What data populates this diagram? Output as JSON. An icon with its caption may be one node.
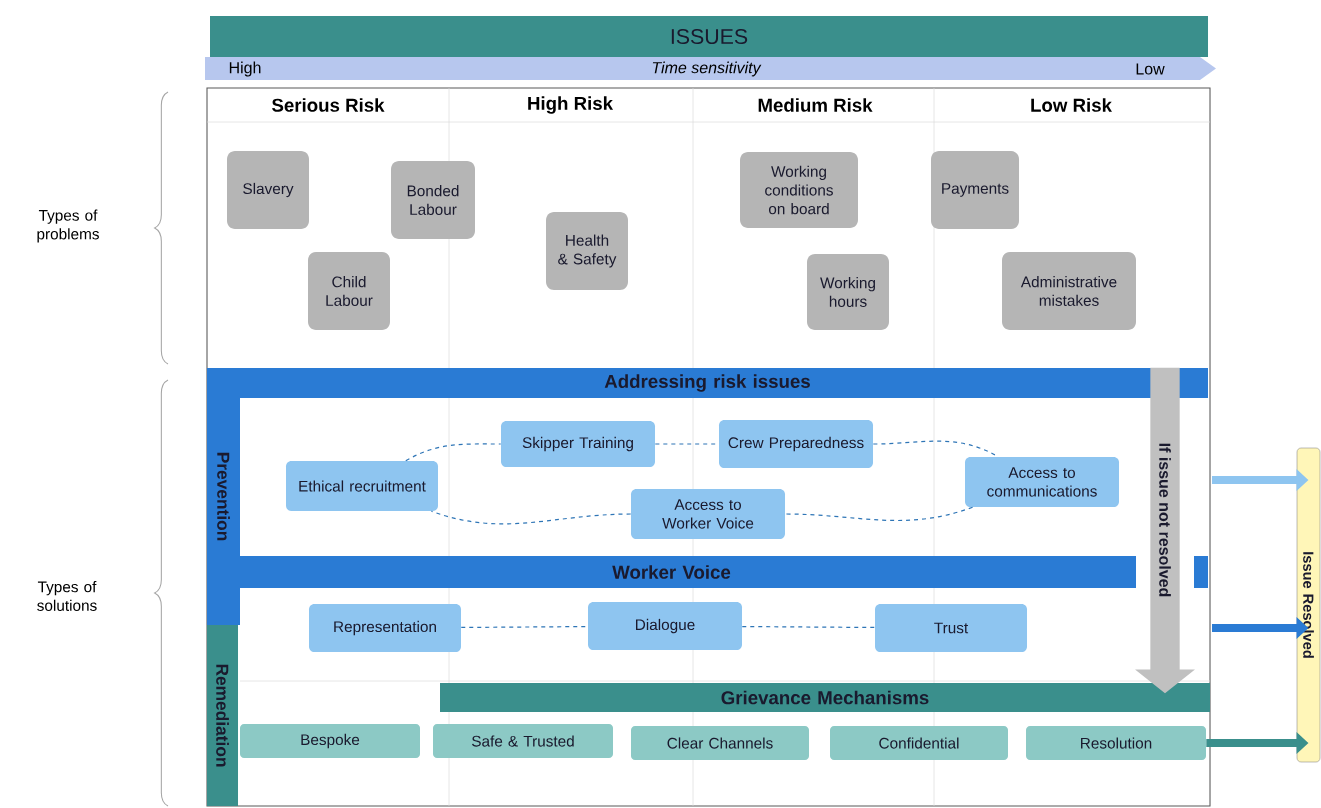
{
  "diagram": {
    "nodes": [
      {
        "text": [
          "ISSUES"
        ]
      },
      {
        "text": [
          "Slavery"
        ]
      },
      {
        "text": [
          "Bonded Labour"
        ]
      },
      {
        "text": [
          "Child Labour"
        ]
      },
      {
        "text": [
          "Health & Safety"
        ]
      },
      {
        "text": [
          "Working conditions on board"
        ]
      },
      {
        "text": [
          "Payments"
        ]
      },
      {
        "text": [
          "Working hours"
        ]
      },
      {
        "text": [
          "Administrative mistakes"
        ]
      },
      {
        "text": [
          "Addressing risk issues"
        ]
      },
      {
        "text": [
          "Prevention"
        ]
      },
      {
        "text": [
          "Skipper Training"
        ]
      },
      {
        "text": [
          "Crew Preparedness"
        ]
      },
      {
        "text": [
          "Ethical recruitment"
        ]
      },
      {
        "text": [
          "Access to communications"
        ]
      },
      {
        "text": [
          "Access to Worker Voice"
        ]
      },
      {
        "text": [
          "Worker Voice"
        ]
      },
      {
        "text": [
          "Representation"
        ]
      },
      {
        "text": [
          "Dialogue"
        ]
      },
      {
        "text": [
          "Trust"
        ]
      },
      {
        "text": [
          "Remediation"
        ]
      },
      {
        "text": [
          "Grievance Mechanisms"
        ]
      },
      {
        "text": [
          "Bespoke"
        ]
      },
      {
        "text": [
          "Safe & Trusted"
        ]
      },
      {
        "text": [
          "Clear Channels"
        ]
      },
      {
        "text": [
          "Confidential"
        ]
      },
      {
        "text": [
          "Resolution"
        ]
      },
      {
        "text": [
          "Issue Resolved"
        ]
      }
    ],
    "edges": [
      {
        "from": 13,
        "to": 11,
        "arrow": "none",
        "style": "dashed"
      },
      {
        "from": 11,
        "to": 12,
        "arrow": "none",
        "style": "dashed"
      },
      {
        "from": 12,
        "to": 14,
        "arrow": "none",
        "style": "dashed"
      },
      {
        "from": 14,
        "to": 15,
        "arrow": "none",
        "style": "dashed"
      },
      {
        "from": 15,
        "to": 13,
        "arrow": "none",
        "style": "dashed"
      },
      {
        "from": 17,
        "to": 18,
        "arrow": "none",
        "style": "dashed"
      },
      {
        "from": 18,
        "to": 19,
        "arrow": "none",
        "style": "dashed"
      },
      {
        "from": 9,
        "to": 21,
        "arrow": "to",
        "label": "If issue not resolved",
        "style": "thick",
        "color": "#c0c0c0"
      },
      {
        "from": null,
        "to": 27,
        "arrow": "to",
        "style": "thick",
        "color": "#8ec5f0"
      },
      {
        "from": null,
        "to": 27,
        "arrow": "to",
        "style": "thick",
        "color": "#2a7bd4"
      },
      {
        "from": 26,
        "to": 27,
        "arrow": "to",
        "style": "thick",
        "color": "#3a8f8c"
      }
    ],
    "labels": [
      "High",
      "Time sensitivity",
      "Low",
      "Serious Risk",
      "High Risk",
      "Medium Risk",
      "Low Risk",
      "Types of problems",
      "Types of solutions"
    ]
  }
}
